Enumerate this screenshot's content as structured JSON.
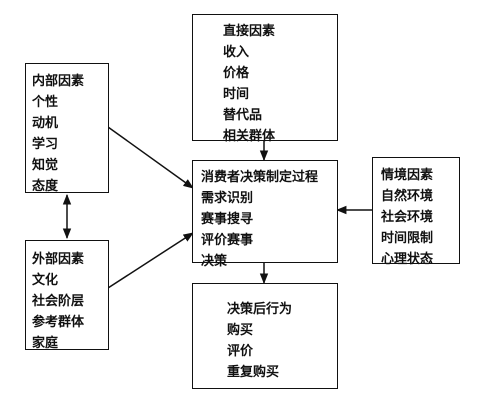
{
  "direct_factors": {
    "title": "直接因素",
    "items": [
      "收入",
      "价格",
      "时间",
      "替代品",
      "相关群体"
    ]
  },
  "internal_factors": {
    "title": "内部因素",
    "items": [
      "个性",
      "动机",
      "学习",
      "知觉",
      "态度"
    ]
  },
  "decision_process": {
    "title": "消费者决策制定过程",
    "items": [
      "需求识别",
      "赛事搜寻",
      "评价赛事",
      "决策"
    ]
  },
  "situational_factors": {
    "title": "情境因素",
    "items": [
      "自然环境",
      "社会环境",
      "时间限制",
      "心理状态"
    ]
  },
  "external_factors": {
    "title": "外部因素",
    "items": [
      "文化",
      "社会阶层",
      "参考群体",
      "家庭"
    ]
  },
  "post_decision": {
    "title": "决策后行为",
    "items": [
      "购买",
      "评价",
      "重复购买"
    ]
  }
}
